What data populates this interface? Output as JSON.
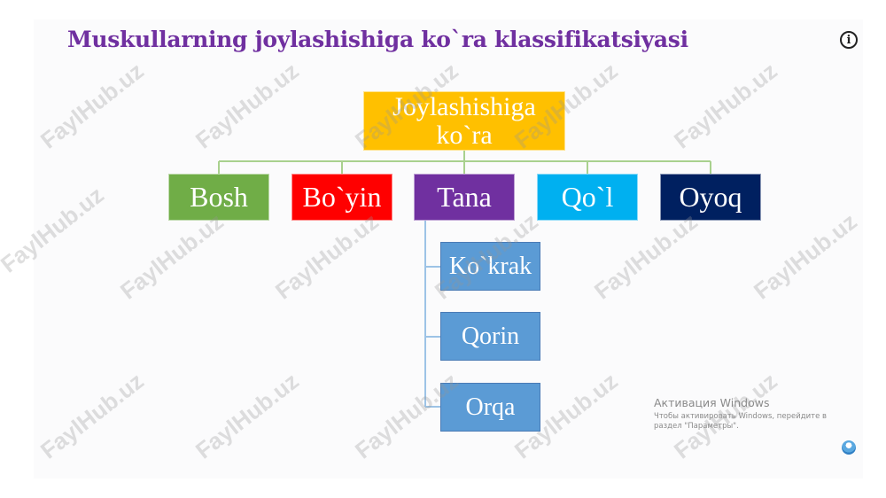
{
  "slide": {
    "title": "Muskullarning joylashishiga ko`ra klassifikatsiyasi",
    "info_icon": "info-icon",
    "info_label": "i"
  },
  "diagram": {
    "root": {
      "line1": "Joylashishiga",
      "line2": "ko`ra",
      "color": "#ffc000"
    },
    "children": [
      {
        "label": "Bosh",
        "color": "#70ad47"
      },
      {
        "label": "Bo`yin",
        "color": "#ff0000"
      },
      {
        "label": "Tana",
        "color": "#7030a0"
      },
      {
        "label": "Qo`l",
        "color": "#00b0f0"
      },
      {
        "label": "Oyoq",
        "color": "#002060"
      }
    ],
    "tana_children": [
      {
        "label": "Ko`krak",
        "color": "#5b9bd5"
      },
      {
        "label": "Qorin",
        "color": "#5b9bd5"
      },
      {
        "label": "Orqa",
        "color": "#5b9bd5"
      }
    ],
    "connector_color": "#a9d18e",
    "sub_connector_color": "#9dc3e6"
  },
  "watermark": {
    "text": "FaylHub.uz"
  },
  "windows_activation": {
    "heading": "Активация Windows",
    "line1": "Чтобы активировать Windows, перейдите в",
    "line2": "раздел \"Параметры\"."
  }
}
